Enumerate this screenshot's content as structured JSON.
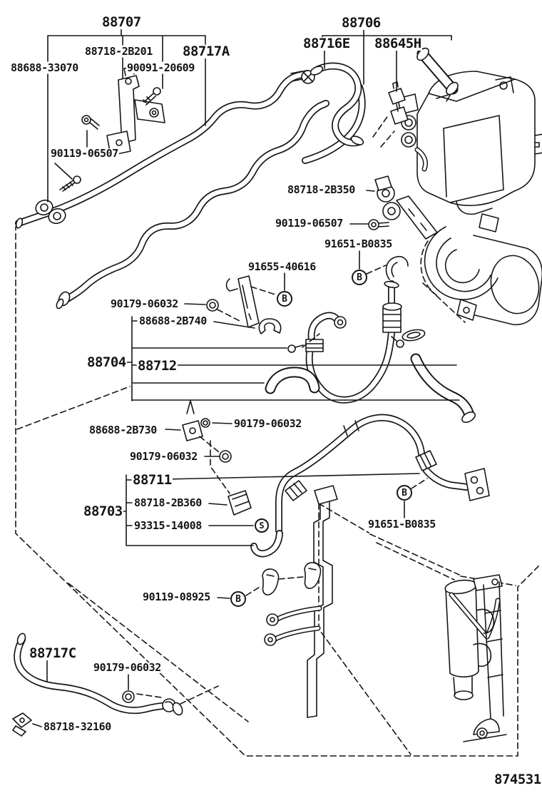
{
  "figure": {
    "number": "874531"
  },
  "parts": {
    "p88707": "88707",
    "p88718_2b201": "88718-2B201",
    "p88717a": "88717A",
    "p88688_33070": "88688-33070",
    "p90091_20609": "90091-20609",
    "p90119_06507_a": "90119-06507",
    "p88706": "88706",
    "p88716e": "88716E",
    "p88645h": "88645H",
    "p88718_2b350": "88718-2B350",
    "p90119_06507_b": "90119-06507",
    "p91651_b0835_a": "91651-B0835",
    "p91655_40616": "91655-40616",
    "p90179_06032_a": "90179-06032",
    "p88688_2b740": "88688-2B740",
    "p88704": "88704",
    "p88712": "88712",
    "p88688_2b730": "88688-2B730",
    "p90179_06032_b": "90179-06032",
    "p90179_06032_c": "90179-06032",
    "p88711": "88711",
    "p88718_2b360": "88718-2B360",
    "p88703": "88703",
    "p93315_14008": "93315-14008",
    "p91651_b0835_b": "91651-B0835",
    "p90119_08925": "90119-08925",
    "p88717c": "88717C",
    "p90179_06032_d": "90179-06032",
    "p88718_32160": "88718-32160"
  },
  "badges": {
    "bolt_b": "B",
    "screw_s": "S"
  },
  "colors": {
    "ink": "#161616",
    "background": "#ffffff"
  }
}
